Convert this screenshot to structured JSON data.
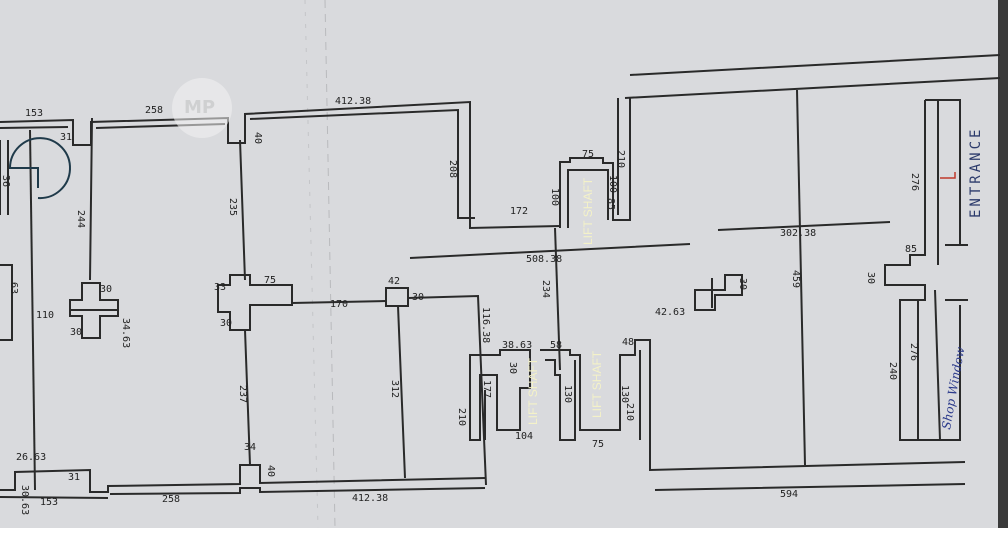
{
  "plan": {
    "top_dims": [
      "153",
      "258",
      "412.38"
    ],
    "bottom_dims": [
      "153",
      "258",
      "412.38",
      "594"
    ],
    "verticals": [
      "244",
      "235",
      "237",
      "208",
      "312",
      "210",
      "116.38",
      "234",
      "459",
      "210"
    ],
    "small": [
      "31",
      "36",
      "63",
      "110",
      "30",
      "30",
      "34.63",
      "33",
      "30",
      "75",
      "170",
      "42",
      "30",
      "40",
      "34",
      "40",
      "26.63",
      "30.63",
      "31",
      "172",
      "100",
      "75",
      "210",
      "100",
      "85",
      "508.38",
      "38.63",
      "58",
      "30",
      "177",
      "104",
      "130",
      "75",
      "130",
      "48",
      "42.63",
      "30",
      "302.38",
      "276",
      "85",
      "30",
      "276",
      "240"
    ],
    "lift_shaft_label": "LIFT SHAFT",
    "entrance_label": "ENTRANCE",
    "shop_window_label": "Shop Window",
    "watermark": "MP",
    "colors": {
      "paper": "#d9dadd",
      "ink": "#2a2a2a",
      "annotation": "#f4f2c8",
      "handwriting": "#2b3a8b"
    }
  }
}
